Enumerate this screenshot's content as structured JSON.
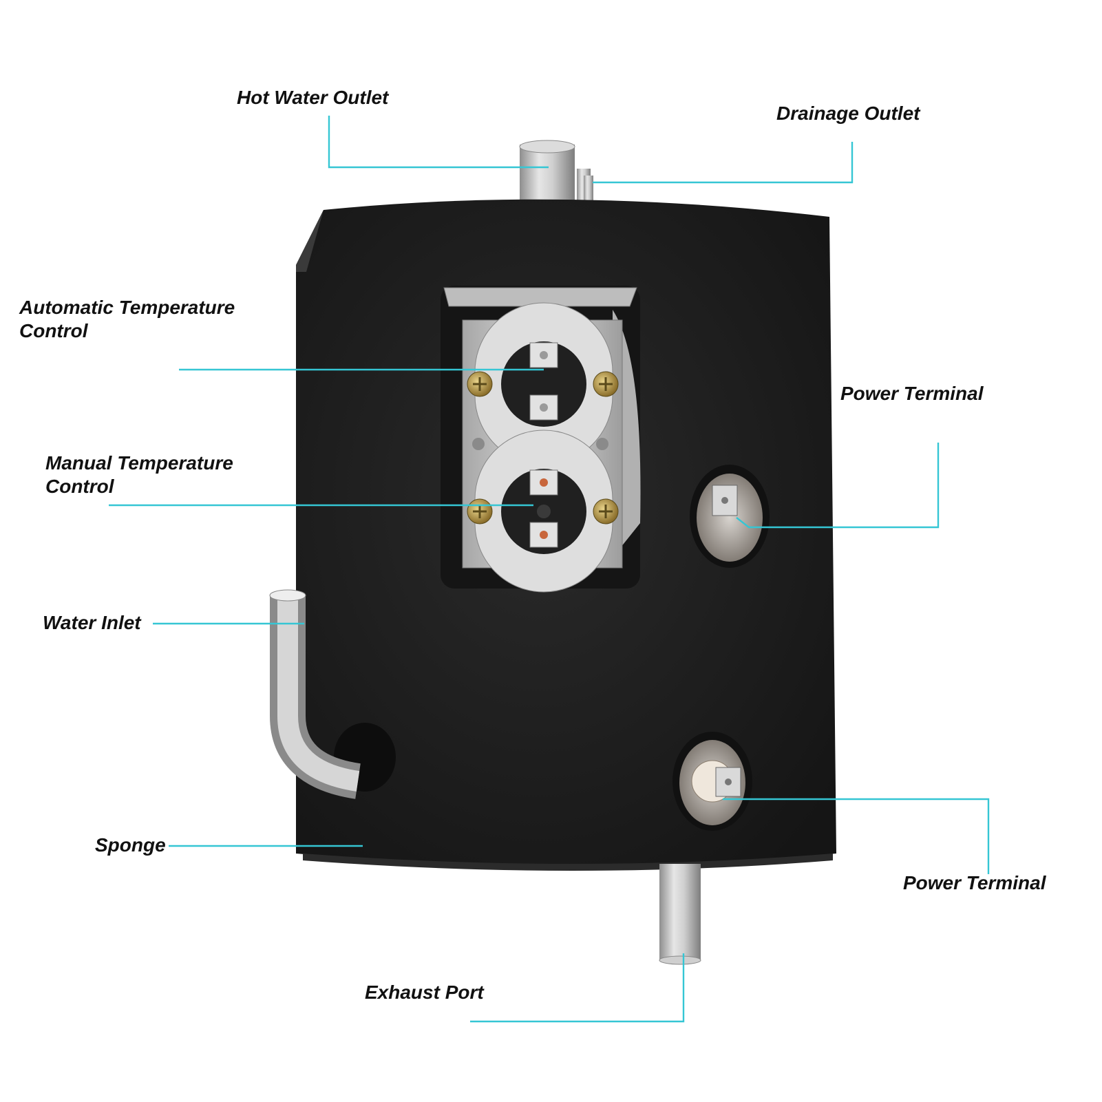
{
  "colors": {
    "leader_line": "#35c6d4",
    "label_text": "#111111",
    "sponge": "#1e1e1e",
    "steel": "#b9b9b9"
  },
  "callouts": {
    "hot_water_outlet": "Hot Water Outlet",
    "drainage_outlet": "Drainage Outlet",
    "automatic_temperature_control": [
      "Automatic Temperature",
      "Control"
    ],
    "power_terminal_upper": "Power Terminal",
    "manual_temperature_control": [
      "Manual Temperature",
      "Control"
    ],
    "water_inlet": "Water Inlet",
    "sponge": "Sponge",
    "power_terminal_lower": "Power Terminal",
    "exhaust_port": "Exhaust Port"
  }
}
